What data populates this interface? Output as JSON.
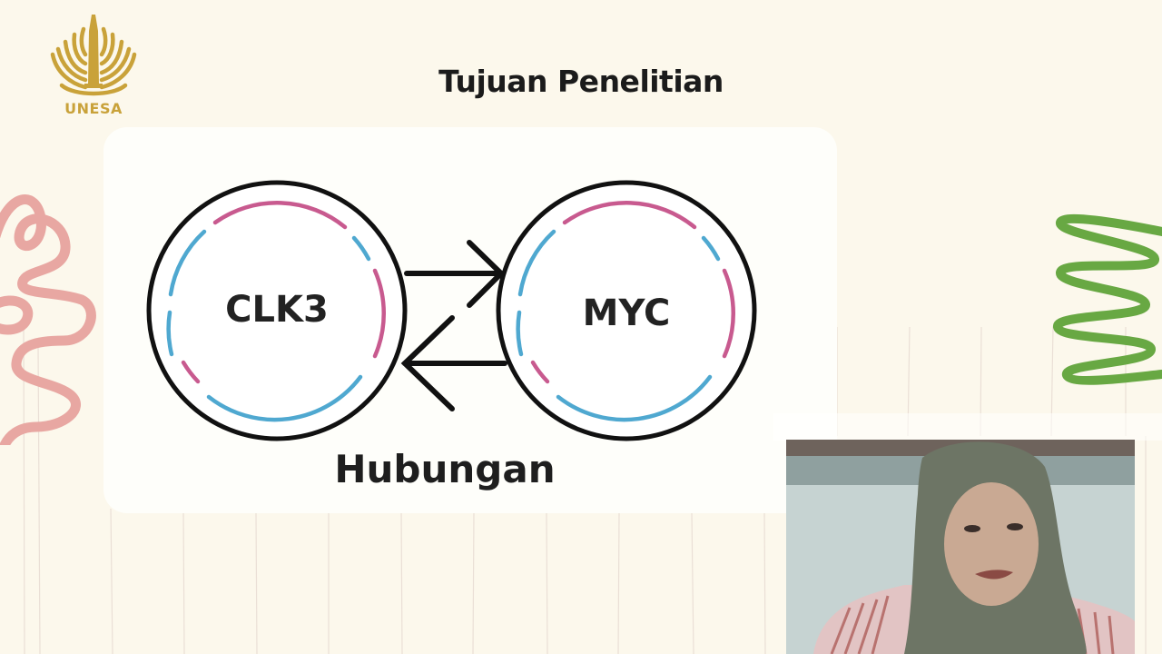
{
  "slide": {
    "title": "Tujuan Penelitian",
    "logo": {
      "text": "UNESA",
      "icon": "unesa-emblem-icon",
      "color": "#c9a23a"
    },
    "diagram": {
      "nodes": [
        {
          "label": "CLK3",
          "icon": "circle-node-icon"
        },
        {
          "label": "MYC",
          "icon": "circle-node-icon"
        }
      ],
      "arrows": [
        {
          "from": "CLK3",
          "to": "MYC",
          "icon": "arrow-right-icon"
        },
        {
          "from": "MYC",
          "to": "CLK3",
          "icon": "arrow-left-icon"
        }
      ],
      "caption": "Hubungan",
      "colors": {
        "dash_pink": "#c85a8f",
        "dash_blue": "#4fa8d0",
        "outline": "#111111"
      }
    },
    "decorations": {
      "left_squiggle_color": "#e8a7a2",
      "right_zigzag_color": "#68a843",
      "background": "#fcf8ec",
      "card": "#fefefa"
    }
  },
  "webcam": {
    "label": "presenter-video"
  }
}
